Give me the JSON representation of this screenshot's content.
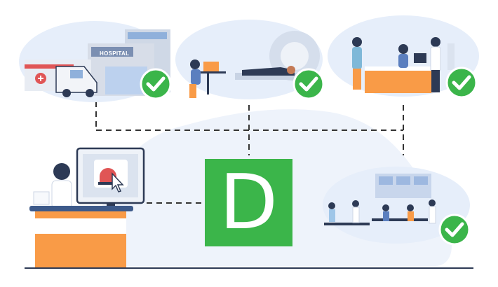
{
  "logo": {
    "letter": "D",
    "color": "#3bb54a"
  },
  "scenes": [
    {
      "name": "hospital",
      "sign_text": "HOSPITAL",
      "status_icon": "check-circle-icon"
    },
    {
      "name": "mri-scan",
      "status_icon": "check-circle-icon"
    },
    {
      "name": "reception-desk",
      "status_icon": "check-circle-icon"
    },
    {
      "name": "laboratory",
      "status_icon": "check-circle-icon"
    }
  ],
  "colors": {
    "check": "#3bb54a",
    "accent_orange": "#f99b47",
    "blob": "#e6eefa",
    "desk_blue": "#3d5a8a",
    "connector": "#333333"
  }
}
